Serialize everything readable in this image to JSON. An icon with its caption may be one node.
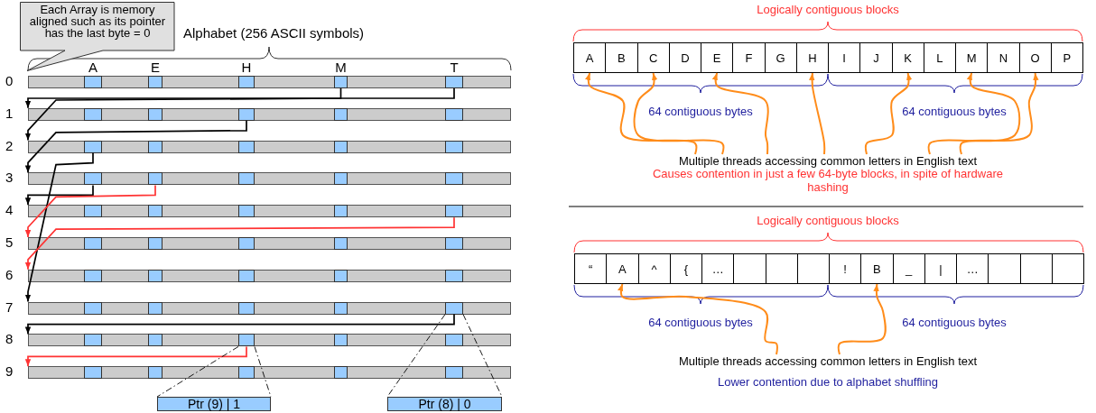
{
  "diagram": {
    "nodes": [
      {
        "text": [
          "Each Array is memory aligned such as its pointer has the last byte = 0"
        ]
      },
      {
        "text": [],
        "shape": "bar",
        "beside": [
          "0"
        ]
      },
      {
        "text": [],
        "shape": "bar",
        "beside": [
          "1"
        ]
      },
      {
        "text": [],
        "shape": "bar",
        "beside": [
          "2"
        ]
      },
      {
        "text": [],
        "shape": "bar",
        "beside": [
          "3"
        ]
      },
      {
        "text": [],
        "shape": "bar",
        "beside": [
          "4"
        ]
      },
      {
        "text": [],
        "shape": "bar",
        "beside": [
          "5"
        ]
      },
      {
        "text": [],
        "shape": "bar",
        "beside": [
          "6"
        ]
      },
      {
        "text": [],
        "shape": "bar",
        "beside": [
          "7"
        ]
      },
      {
        "text": [],
        "shape": "bar",
        "beside": [
          "8"
        ]
      },
      {
        "text": [],
        "shape": "bar",
        "beside": [
          "9"
        ]
      },
      {
        "text": [],
        "shape": "box",
        "in": 1
      },
      {
        "text": [],
        "shape": "box",
        "in": 1
      },
      {
        "text": [],
        "shape": "box",
        "in": 1
      },
      {
        "text": [],
        "shape": "box",
        "in": 1
      },
      {
        "text": [],
        "shape": "box",
        "in": 1
      },
      {
        "text": [],
        "shape": "box",
        "in": 2
      },
      {
        "text": [],
        "shape": "box",
        "in": 2
      },
      {
        "text": [],
        "shape": "box",
        "in": 2
      },
      {
        "text": [],
        "shape": "box",
        "in": 2
      },
      {
        "text": [],
        "shape": "box",
        "in": 2
      },
      {
        "text": [],
        "shape": "box",
        "in": 3
      },
      {
        "text": [],
        "shape": "box",
        "in": 3
      },
      {
        "text": [],
        "shape": "box",
        "in": 3
      },
      {
        "text": [],
        "shape": "box",
        "in": 3
      },
      {
        "text": [],
        "shape": "box",
        "in": 3
      },
      {
        "text": [],
        "shape": "box",
        "in": 4
      },
      {
        "text": [],
        "shape": "box",
        "in": 4
      },
      {
        "text": [],
        "shape": "box",
        "in": 4
      },
      {
        "text": [],
        "shape": "box",
        "in": 4
      },
      {
        "text": [],
        "shape": "box",
        "in": 4
      },
      {
        "text": [],
        "shape": "box",
        "in": 5
      },
      {
        "text": [],
        "shape": "box",
        "in": 5
      },
      {
        "text": [],
        "shape": "box",
        "in": 5
      },
      {
        "text": [],
        "shape": "box",
        "in": 5
      },
      {
        "text": [],
        "shape": "box",
        "in": 5
      },
      {
        "text": [],
        "shape": "box",
        "in": 6
      },
      {
        "text": [],
        "shape": "box",
        "in": 6
      },
      {
        "text": [],
        "shape": "box",
        "in": 6
      },
      {
        "text": [],
        "shape": "box",
        "in": 6
      },
      {
        "text": [],
        "shape": "box",
        "in": 6
      },
      {
        "text": [],
        "shape": "box",
        "in": 7
      },
      {
        "text": [],
        "shape": "box",
        "in": 7
      },
      {
        "text": [],
        "shape": "box",
        "in": 7
      },
      {
        "text": [],
        "shape": "box",
        "in": 7
      },
      {
        "text": [],
        "shape": "box",
        "in": 7
      },
      {
        "text": [],
        "shape": "box",
        "in": 8
      },
      {
        "text": [],
        "shape": "box",
        "in": 8
      },
      {
        "text": [],
        "shape": "box",
        "in": 8
      },
      {
        "text": [],
        "shape": "box",
        "in": 8
      },
      {
        "text": [],
        "shape": "box",
        "in": 8
      },
      {
        "text": [],
        "shape": "box",
        "in": 9
      },
      {
        "text": [],
        "shape": "box",
        "in": 9
      },
      {
        "text": [],
        "shape": "box",
        "in": 9
      },
      {
        "text": [],
        "shape": "box",
        "in": 9
      },
      {
        "text": [],
        "shape": "box",
        "in": 9
      },
      {
        "text": [],
        "shape": "box",
        "in": 10
      },
      {
        "text": [],
        "shape": "box",
        "in": 10
      },
      {
        "text": [],
        "shape": "box",
        "in": 10
      },
      {
        "text": [],
        "shape": "box",
        "in": 10
      },
      {
        "text": [],
        "shape": "box",
        "in": 10
      },
      {
        "text": [
          "Ptr (9) | 1"
        ]
      },
      {
        "text": [
          "Ptr (8) | 0"
        ]
      },
      {
        "text": [
          "A"
        ]
      },
      {
        "text": [
          "B"
        ]
      },
      {
        "text": [
          "C"
        ]
      },
      {
        "text": [
          "D"
        ]
      },
      {
        "text": [
          "E"
        ]
      },
      {
        "text": [
          "F"
        ]
      },
      {
        "text": [
          "G"
        ]
      },
      {
        "text": [
          "H"
        ]
      },
      {
        "text": [
          "I"
        ]
      },
      {
        "text": [
          "J"
        ]
      },
      {
        "text": [
          "K"
        ]
      },
      {
        "text": [
          "L"
        ]
      },
      {
        "text": [
          "M"
        ]
      },
      {
        "text": [
          "N"
        ]
      },
      {
        "text": [
          "O"
        ]
      },
      {
        "text": [
          "P"
        ]
      },
      {
        "text": [
          "Multiple threads accessing common letters in English text"
        ]
      },
      {
        "text": [
          "“"
        ]
      },
      {
        "text": [
          "A"
        ]
      },
      {
        "text": [
          "^"
        ]
      },
      {
        "text": [
          "{"
        ]
      },
      {
        "text": [
          "…"
        ]
      },
      {
        "text": [],
        "shape": "box"
      },
      {
        "text": [],
        "shape": "box"
      },
      {
        "text": [],
        "shape": "box"
      },
      {
        "text": [
          "!"
        ]
      },
      {
        "text": [
          "B"
        ]
      },
      {
        "text": [
          "_"
        ]
      },
      {
        "text": [
          "|"
        ]
      },
      {
        "text": [
          "…"
        ]
      },
      {
        "text": [],
        "shape": "box"
      },
      {
        "text": [],
        "shape": "box"
      },
      {
        "text": [],
        "shape": "box"
      },
      {
        "text": [
          "Multiple threads accessing common letters in English text"
        ]
      }
    ],
    "edges": [
      {
        "from": 15,
        "to": 2,
        "arrow": "to",
        "color": "#000000"
      },
      {
        "from": 14,
        "to": 3,
        "arrow": "to",
        "color": "#000000"
      },
      {
        "from": 18,
        "to": 4,
        "arrow": "to",
        "color": "#000000"
      },
      {
        "from": 21,
        "to": 8,
        "arrow": "to",
        "color": "#000000"
      },
      {
        "from": 26,
        "to": 5,
        "arrow": "to",
        "color": "#000000"
      },
      {
        "from": 27,
        "to": 6,
        "arrow": "to",
        "color": "#ff3333"
      },
      {
        "from": 35,
        "to": 7,
        "arrow": "to",
        "color": "#ff3333"
      },
      {
        "from": 50,
        "to": 9,
        "arrow": "to",
        "color": "#000000"
      },
      {
        "from": 53,
        "to": 10,
        "arrow": "to",
        "color": "#ff3333"
      },
      {
        "from": 53,
        "to": 61,
        "arrow": "none",
        "style": "dashed",
        "color": "#000000"
      },
      {
        "from": 50,
        "to": 62,
        "arrow": "none",
        "style": "dashed",
        "color": "#000000"
      },
      {
        "from": 79,
        "to": 63,
        "arrow": "to"
      },
      {
        "from": 79,
        "to": 65,
        "arrow": "to"
      },
      {
        "from": 79,
        "to": 67,
        "arrow": "to"
      },
      {
        "from": 79,
        "to": 70,
        "arrow": "to"
      },
      {
        "from": 79,
        "to": 73,
        "arrow": "to"
      },
      {
        "from": 79,
        "to": 75,
        "arrow": "to"
      },
      {
        "from": 79,
        "to": 77,
        "arrow": "to"
      },
      {
        "from": 96,
        "to": 81,
        "arrow": "to"
      },
      {
        "from": 96,
        "to": 89,
        "arrow": "to"
      }
    ],
    "labels": [
      "Alphabet (256 ASCII symbols)",
      "A",
      "E",
      "H",
      "M",
      "T",
      "Logically contiguous blocks",
      "64 contiguous bytes",
      "64 contiguous bytes",
      "Causes contention in just a few 64-byte blocks, in spite of hardware hashing",
      "Logically contiguous blocks",
      "64 contiguous bytes",
      "64 contiguous bytes",
      "Lower contention due to alphabet shuffling"
    ]
  }
}
